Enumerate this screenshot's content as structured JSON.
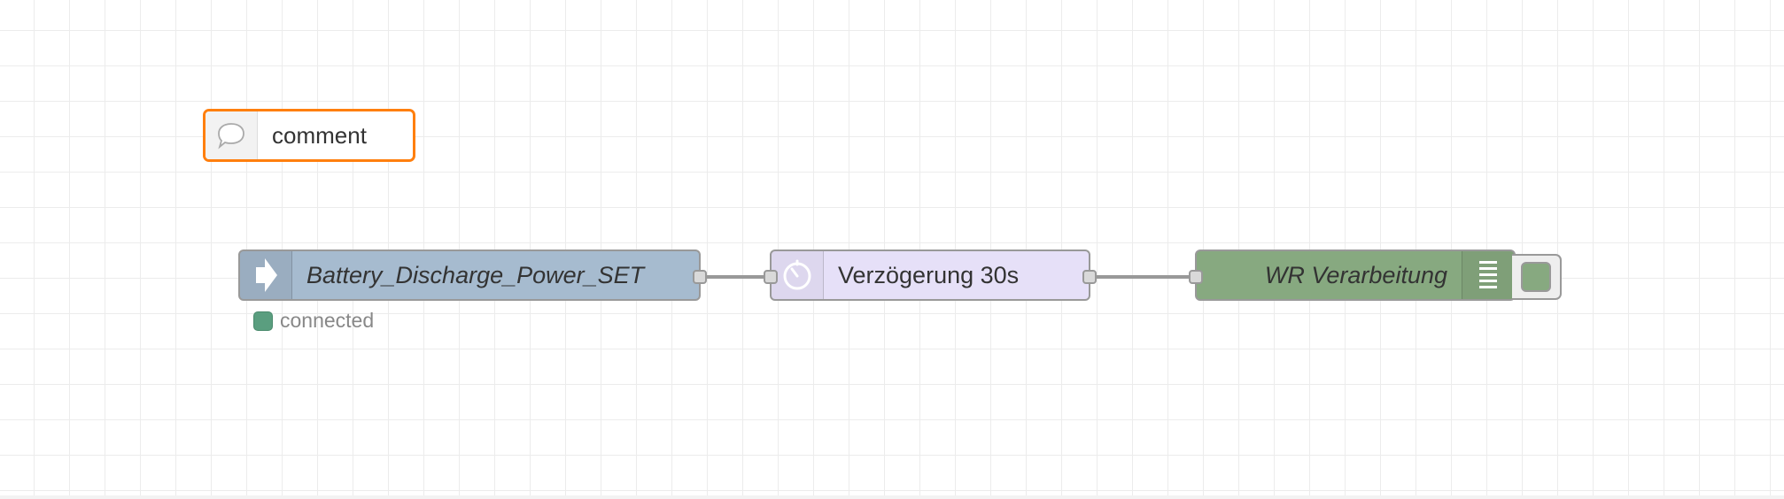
{
  "canvas": {
    "grid_color": "#ececec",
    "background": "#ffffff"
  },
  "nodes": {
    "comment": {
      "label": "comment",
      "icon": "comment-icon",
      "accent": "#ff7f0e"
    },
    "mqtt_in": {
      "label": "Battery_Discharge_Power_SET",
      "icon": "arrow-in-icon",
      "color": "#a6bbcf",
      "status": {
        "text": "connected",
        "color": "#5a9e7f"
      }
    },
    "delay": {
      "label": "Verzögerung 30s",
      "icon": "timer-icon",
      "color": "#e6e0f8"
    },
    "debug": {
      "label": "WR Verarbeitung",
      "icon": "debug-list-icon",
      "color": "#87a980"
    }
  }
}
